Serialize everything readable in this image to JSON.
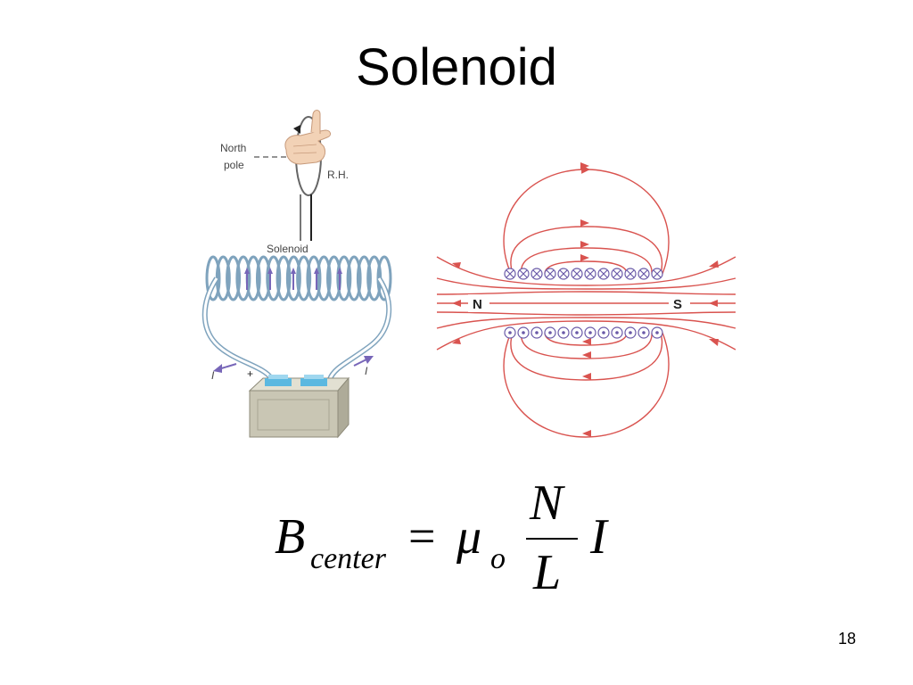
{
  "slide": {
    "title": "Solenoid",
    "page_number": "18"
  },
  "left_figure": {
    "north_label_line1": "North",
    "north_label_line2": "pole",
    "hand_label": "R.H.",
    "solenoid_label": "Solenoid",
    "current_left": "I",
    "current_right": "I",
    "plus_sign": "+",
    "minus_sign": "−"
  },
  "right_figure": {
    "north": "N",
    "south": "S"
  },
  "formula": {
    "b": "B",
    "b_sub": "center",
    "equals": "=",
    "mu": "μ",
    "mu_sub": "o",
    "numerator": "N",
    "denominator": "L",
    "current": "I"
  },
  "colors": {
    "field_line": "#d9534f",
    "coil": "#7fa3bd",
    "arrow_violet": "#7766b8",
    "battery": "#c9c6b4",
    "terminal": "#5bb8e0"
  }
}
